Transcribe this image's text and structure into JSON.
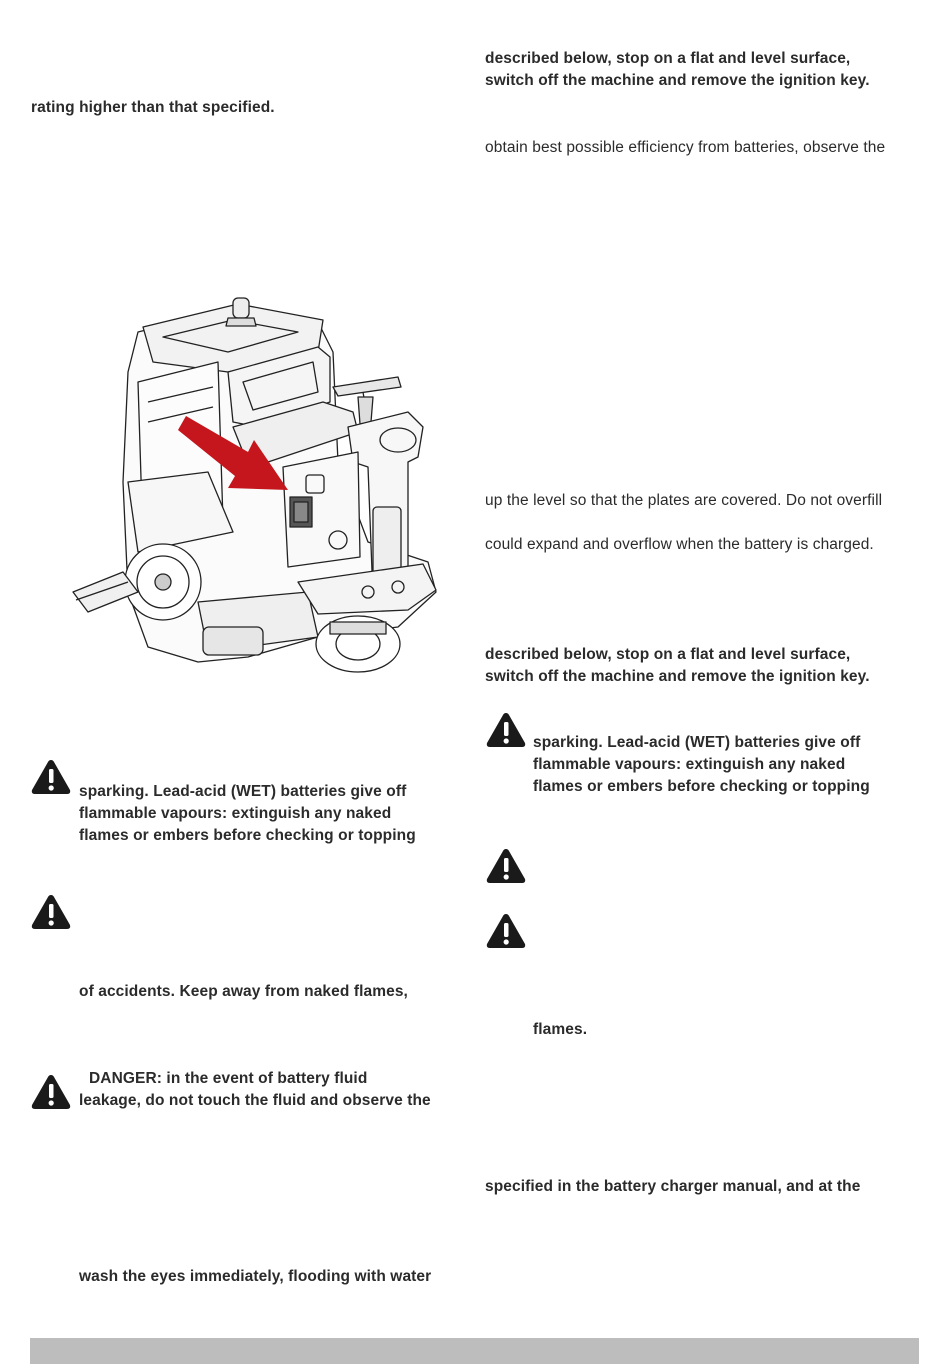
{
  "left": {
    "rating_line": "rating higher than that specified.",
    "warning1": {
      "line1": "sparking. Lead-acid (WET) batteries give off",
      "line2": "flammable vapours: extinguish any naked",
      "line3": "flames or embers before checking or topping"
    },
    "warning2_line": "of accidents. Keep away from naked flames,",
    "warning3": {
      "line1": "DANGER: in the event of battery fluid",
      "line2": "leakage, do not touch the fluid and observe the"
    },
    "eyes_line": "wash the eyes immediately, flooding with water"
  },
  "right": {
    "stop_block1": {
      "line1": "described below, stop on a flat and level surface,",
      "line2": "switch off the machine and remove the ignition key."
    },
    "efficiency_line": "obtain best possible efficiency from batteries, observe the",
    "plates_line": "up the level so that the plates are covered. Do not overfill",
    "expand_line": "could expand and overflow when the battery is charged.",
    "stop_block2": {
      "line1": "described below, stop on a flat and level surface,",
      "line2": "switch off the machine and remove the ignition key."
    },
    "warning4": {
      "line1": "sparking. Lead-acid (WET) batteries give off",
      "line2": "flammable vapours: extinguish any naked",
      "line3": "flames or embers before checking or topping"
    },
    "flames_line": "flames.",
    "charger_line": "specified in the battery charger manual, and at the"
  },
  "icons": {
    "warning": "warning-triangle-icon",
    "arrow_color": "#c4161c"
  }
}
